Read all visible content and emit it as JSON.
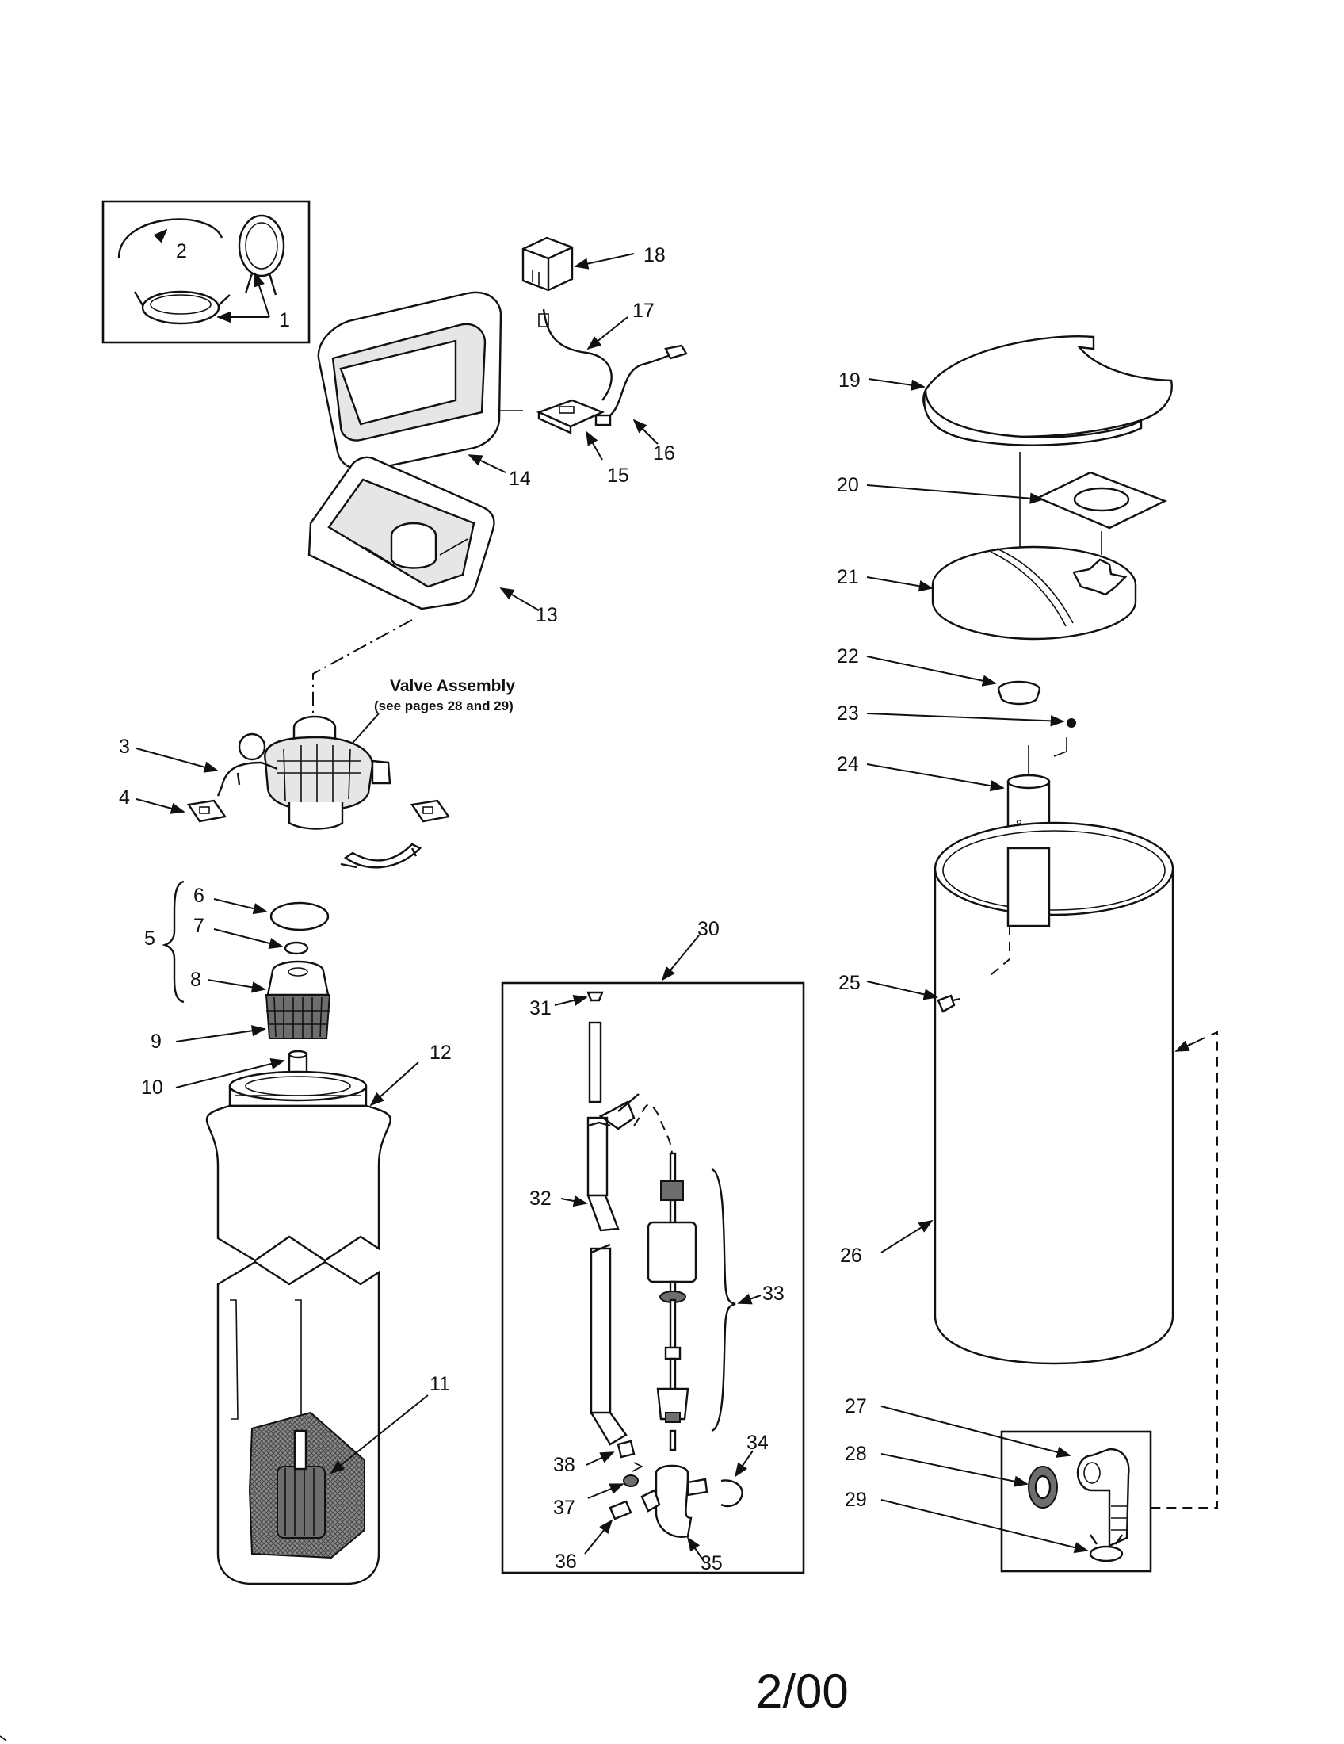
{
  "callouts": {
    "c1": "1",
    "c2": "2",
    "c3": "3",
    "c4": "4",
    "c5": "5",
    "c6": "6",
    "c7": "7",
    "c8": "8",
    "c9": "9",
    "c10": "10",
    "c11": "11",
    "c12": "12",
    "c13": "13",
    "c14": "14",
    "c15": "15",
    "c16": "16",
    "c17": "17",
    "c18": "18",
    "c19": "19",
    "c20": "20",
    "c21": "21",
    "c22": "22",
    "c23": "23",
    "c24": "24",
    "c25": "25",
    "c26": "26",
    "c27": "27",
    "c28": "28",
    "c29": "29",
    "c30": "30",
    "c31": "31",
    "c32": "32",
    "c33": "33",
    "c34": "34",
    "c35": "35",
    "c36": "36",
    "c37": "37",
    "c38": "38"
  },
  "valve_assembly": {
    "title": "Valve Assembly",
    "subtitle": "(see pages 28 and 29)"
  },
  "footer": {
    "date": "2/00"
  },
  "colors": {
    "ink": "#111111",
    "paper": "#ffffff",
    "screen_gray": "#6e6e6e"
  }
}
